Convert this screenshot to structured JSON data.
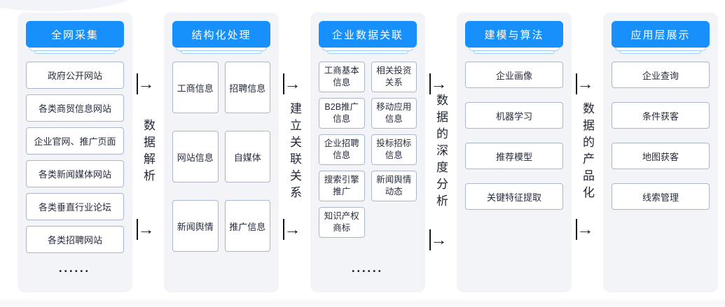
{
  "colors": {
    "accent_blue": "#1890fb",
    "panel_background": "#f2f4f8",
    "card_border": "#a9b6cc",
    "card_text": "#262c3d",
    "arrow": "#17181c"
  },
  "glyphs": {
    "flow_arrow": "→",
    "ellipsis_dots": "••••••"
  },
  "stages": [
    {
      "header": "全网采集",
      "items": [
        "政府公开网站",
        "各类商贸信息网站",
        "企业官网、推广页面",
        "各类新闻媒体网站",
        "各类垂直行业论坛",
        "各类招聘网站"
      ]
    },
    {
      "header": "结构化处理",
      "items": [
        "工商信息",
        "招聘信息",
        "网站信息",
        "自媒体",
        "新闻舆情",
        "推广信息"
      ]
    },
    {
      "header": "企业数据关联",
      "items": [
        {
          "line1": "工商基本",
          "line2": "信息"
        },
        {
          "line1": "相关投资",
          "line2": "关系"
        },
        {
          "line1": "B2B推广",
          "line2": "信息"
        },
        {
          "line1": "移动应用",
          "line2": "信息"
        },
        {
          "line1": "企业招聘",
          "line2": "信息"
        },
        {
          "line1": "投标招标",
          "line2": "信息"
        },
        {
          "line1": "搜索引擎",
          "line2": "推广"
        },
        {
          "line1": "新闻舆情",
          "line2": "动态"
        },
        {
          "line1": "知识产权",
          "line2": "商标"
        }
      ]
    },
    {
      "header": "建模与算法",
      "items": [
        "企业画像",
        "机器学习",
        "推荐模型",
        "关键特征提取"
      ]
    },
    {
      "header": "应用层展示",
      "items": [
        "企业查询",
        "条件获客",
        "地图获客",
        "线索管理"
      ]
    }
  ],
  "connectors": [
    {
      "label": "数据解析"
    },
    {
      "label": "建立关联关系"
    },
    {
      "label": "数据的深度分析"
    },
    {
      "label": "数据的产品化"
    }
  ]
}
